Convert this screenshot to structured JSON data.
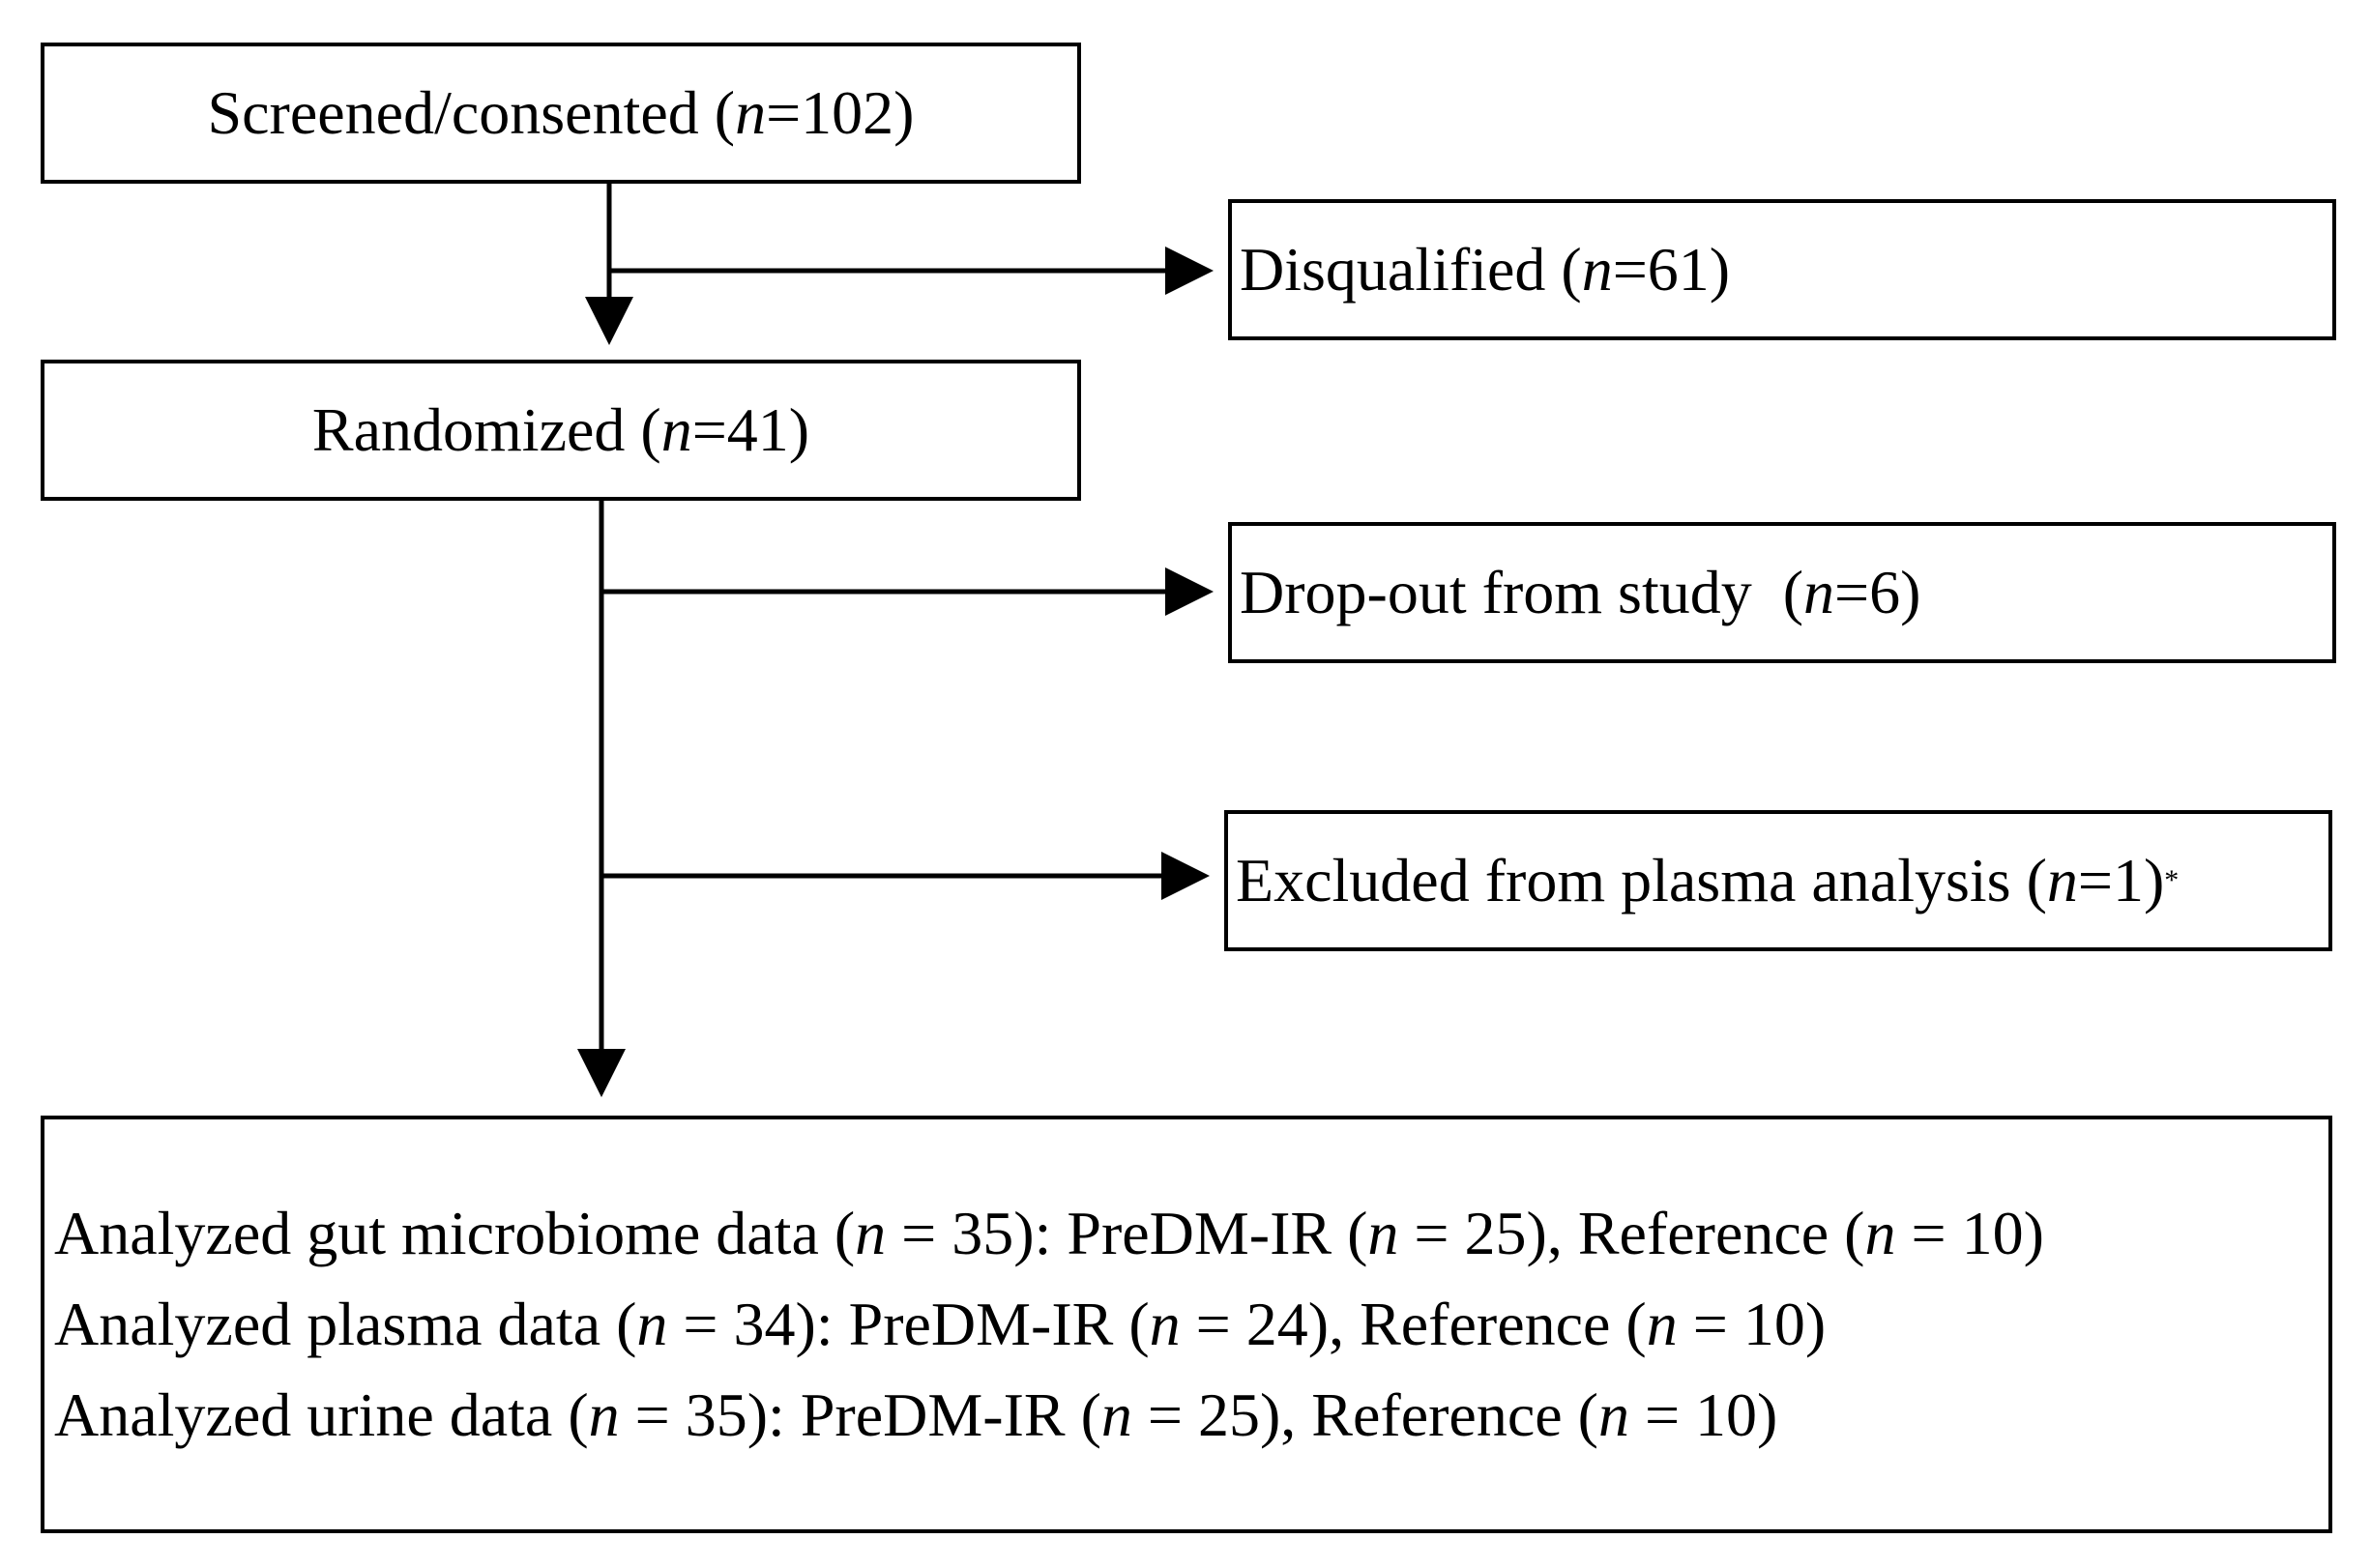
{
  "nodes": {
    "screened": {
      "label": "Screened/consented",
      "n_label": "n",
      "eq": " = ",
      "count": "102"
    },
    "disqualified": {
      "label": "Disqualified",
      "n_label": "n",
      "eq": " = ",
      "count": "61"
    },
    "randomized": {
      "label": "Randomized",
      "n_label": "n",
      "eq": " = ",
      "count": "41"
    },
    "dropout": {
      "label": "Drop-out from study",
      "n_label": "n",
      "eq": " = ",
      "count": "6"
    },
    "excluded": {
      "label": "Excluded from plasma analysis",
      "n_label": "n",
      "eq": " = ",
      "count": "1",
      "footnote_mark": "*"
    }
  },
  "results": [
    {
      "prefix": "Analyzed gut microbiome data",
      "n_label": "n",
      "total": "35",
      "group1": "PreDM-IR",
      "group1_n": "25",
      "group2": "Reference",
      "group2_n": "10"
    },
    {
      "prefix": "Analyzed plasma data",
      "n_label": "n",
      "total": "34",
      "group1": "PreDM-IR",
      "group1_n": "24",
      "group2": "Reference",
      "group2_n": "10"
    },
    {
      "prefix": "Analyzed urine data",
      "n_label": "n",
      "total": "35",
      "group1": "PreDM-IR",
      "group1_n": "25",
      "group2": "Reference",
      "group2_n": "10"
    }
  ],
  "colors": {
    "stroke": "#000000",
    "background": "#ffffff"
  }
}
